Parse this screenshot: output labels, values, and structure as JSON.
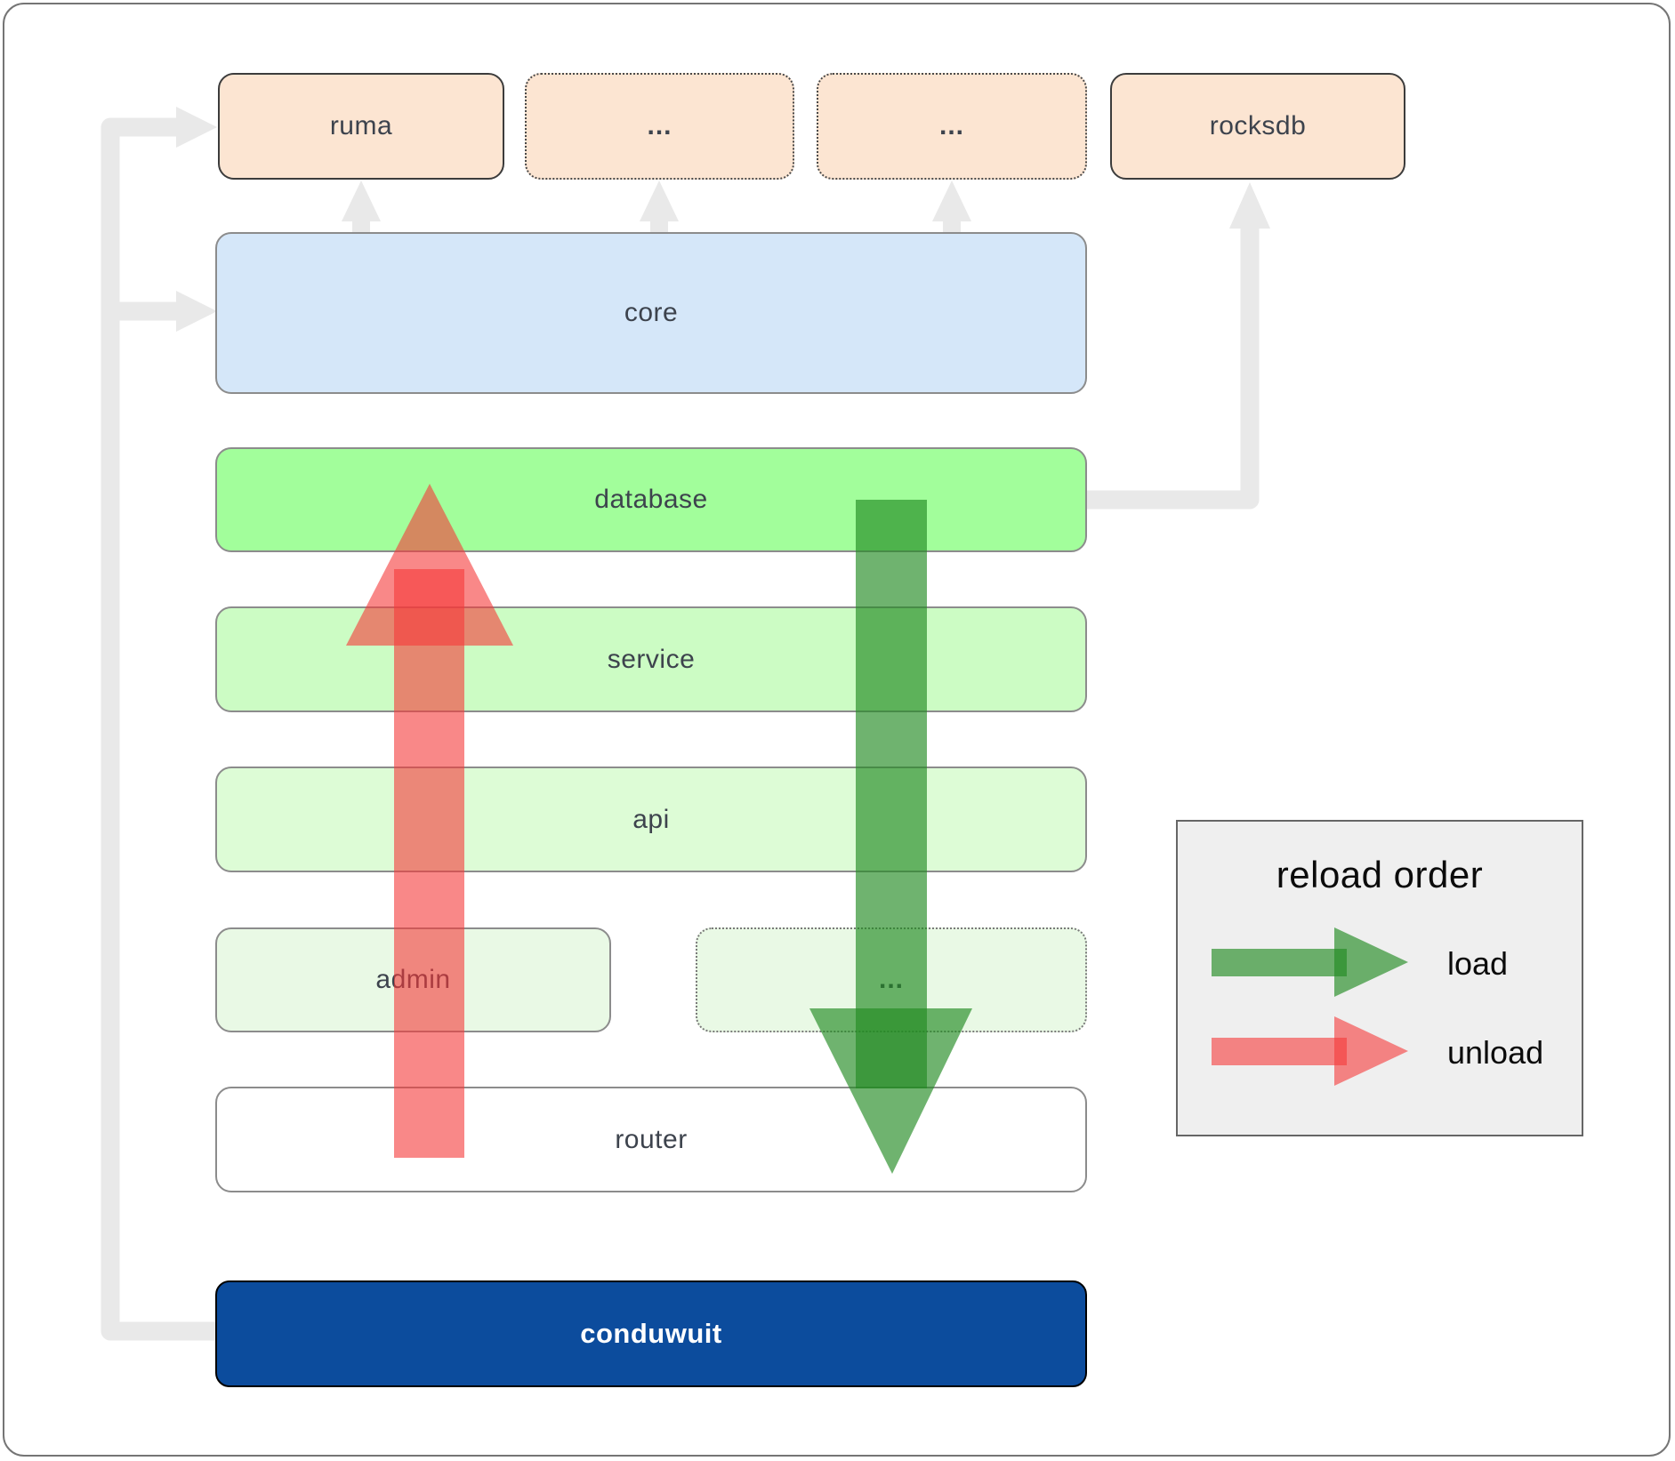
{
  "diagram": {
    "top_row": {
      "ruma": {
        "label": "ruma",
        "border": "solid"
      },
      "ellipsis_a": {
        "label": "...",
        "border": "dotted"
      },
      "ellipsis_b": {
        "label": "...",
        "border": "dotted"
      },
      "rocksdb": {
        "label": "rocksdb",
        "border": "solid"
      }
    },
    "layers": {
      "core": {
        "label": "core"
      },
      "database": {
        "label": "database"
      },
      "service": {
        "label": "service"
      },
      "api": {
        "label": "api"
      },
      "admin": {
        "label": "admin"
      },
      "ellipsis_c": {
        "label": "..."
      },
      "router": {
        "label": "router"
      },
      "conduwuit": {
        "label": "conduwuit"
      }
    },
    "arrows": {
      "load_direction": "down",
      "unload_direction": "up"
    }
  },
  "legend": {
    "title": "reload order",
    "items": {
      "load": {
        "label": "load",
        "color": "#228b22"
      },
      "unload": {
        "label": "unload",
        "color": "#f53939"
      }
    }
  },
  "colors": {
    "canvas_bg": "#ffffff",
    "frame_border": "#757575",
    "peach_fill": "#fce5d2",
    "dark_border": "#3c3c3c",
    "core_fill": "#d5e7f9",
    "database_fill": "#a2fe9b",
    "service_fill": "#ccfcc4",
    "api_fill": "#ddfcd6",
    "admin_fill": "#e9f9e5",
    "router_fill": "#ffffff",
    "box_border": "#8c8c8c",
    "conduwuit_fill": "#0c4c9d",
    "conduwuit_border": "#000000",
    "label_text": "#3d434d",
    "connector_gray": "#e9e9e9",
    "load_green": "#228b22",
    "unload_red": "#f53939",
    "legend_bg": "#efefef",
    "legend_border": "#666666"
  }
}
